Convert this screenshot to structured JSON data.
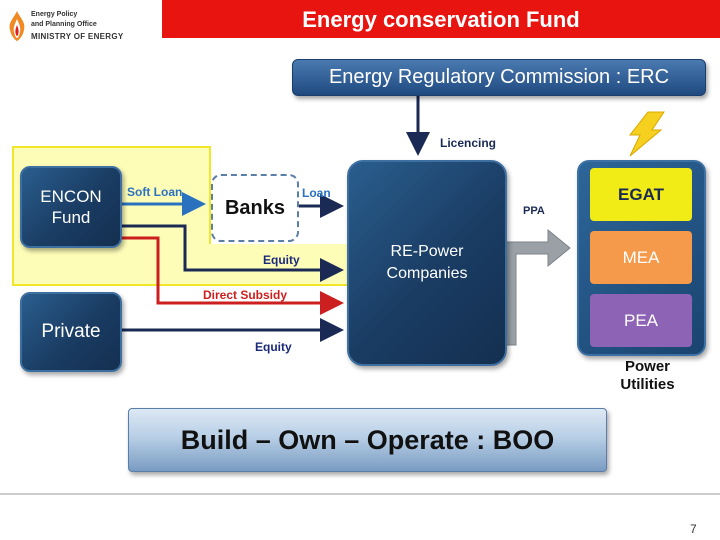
{
  "header": {
    "title": "Energy conservation Fund",
    "logo_line1": "Energy Policy",
    "logo_line2": "and Planning Office",
    "logo_line3": "MINISTRY OF ENERGY",
    "accent_color": "#e8140f"
  },
  "diagram": {
    "regulator": "Energy Regulatory Commission : ERC",
    "encon_fund": "ENCON\nFund",
    "private": "Private",
    "banks": "Banks",
    "re_power": "RE-Power\nCompanies",
    "utilities": {
      "egat": "EGAT",
      "mea": "MEA",
      "pea": "PEA",
      "label": "Power\nUtilities"
    },
    "connectors": {
      "licencing": "Licencing",
      "soft_loan": "Soft Loan",
      "loan": "Loan",
      "equity_encon": "Equity",
      "direct_subsidy": "Direct Subsidy",
      "equity_private": "Equity",
      "ppa": "PPA"
    },
    "icons": [
      "lightning-icon",
      "arrow-icon"
    ],
    "colors": {
      "dark_box": "#1a3c63",
      "egat": "#f2ec16",
      "mea": "#f59a4a",
      "pea": "#8c63b5",
      "highlight": "#fefdb8",
      "subsidy_arrow": "#cc1f1f",
      "loan_arrow": "#2a72c0"
    }
  },
  "banner": {
    "text": "Build – Own – Operate : BOO"
  },
  "footer": {
    "page_number": "7"
  }
}
